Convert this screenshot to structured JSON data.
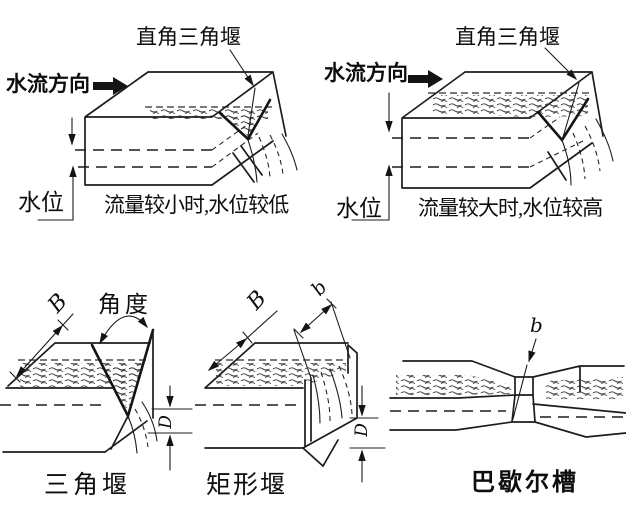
{
  "colors": {
    "background": "#ffffff",
    "line": "#1c1c1c"
  },
  "panels": {
    "top_left": {
      "weir_label": "直角三角堰",
      "flow_label": "水流方向",
      "level_label": "水位",
      "caption": "流量较小时,水位较低"
    },
    "top_right": {
      "weir_label": "直角三角堰",
      "flow_label": "水流方向",
      "level_label": "水位",
      "caption": "流量较大时,水位较高"
    },
    "bottom_left": {
      "width_label": "B",
      "angle_label": "角度",
      "crest_height_label": "D",
      "caption": "三角堰"
    },
    "bottom_middle": {
      "width_label": "B",
      "notch_width_label": "b",
      "crest_height_label": "D",
      "caption": "矩形堰"
    },
    "bottom_right": {
      "throat_width_label": "b",
      "caption": "巴歇尔槽"
    }
  }
}
